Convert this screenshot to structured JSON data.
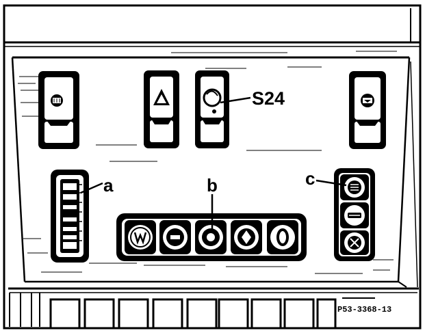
{
  "labels": {
    "switch_callout": "S24",
    "group_a": "a",
    "group_b": "b",
    "group_c": "c"
  },
  "reference_code": "P53-3368-13"
}
